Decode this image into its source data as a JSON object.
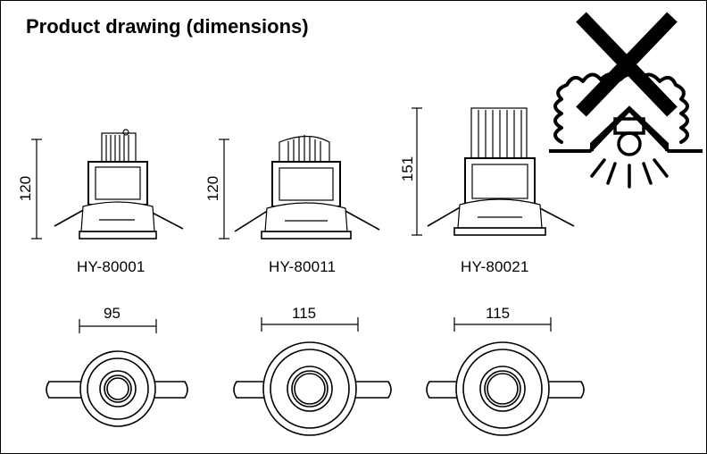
{
  "title": "Product drawing (dimensions)",
  "products": [
    {
      "model": "HY-80001",
      "height_dim": "120",
      "width_dim": "95"
    },
    {
      "model": "HY-80011",
      "height_dim": "120",
      "width_dim": "115"
    },
    {
      "model": "HY-80021",
      "height_dim": "151",
      "width_dim": "115"
    }
  ],
  "warning_symbol": "no-insulation-cover-icon",
  "colors": {
    "line": "#000000",
    "background": "#ffffff"
  }
}
